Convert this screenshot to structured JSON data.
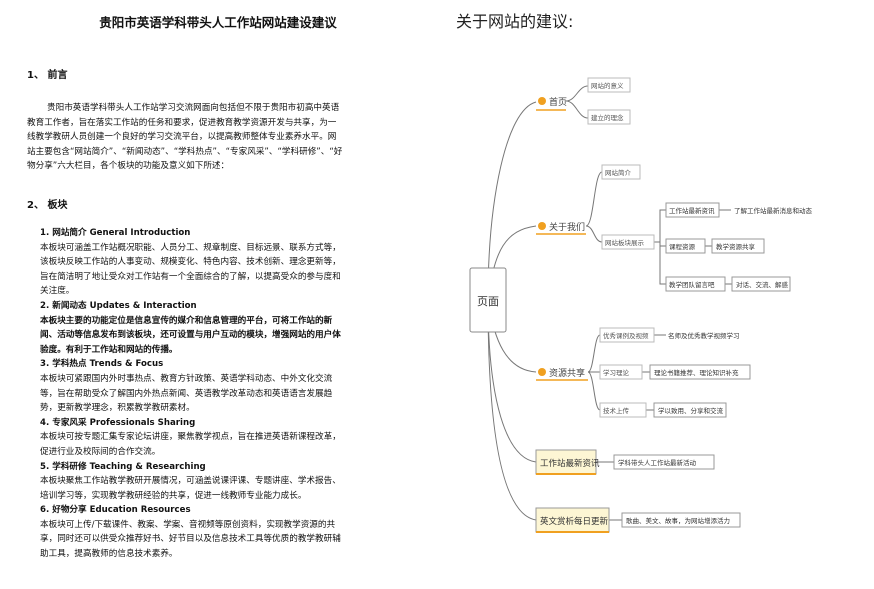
{
  "document": {
    "title": "贵阳市英语学科带头人工作站网站建设建议",
    "sections": [
      {
        "heading": "1、 前言",
        "lines": [
          "贵阳市英语学科带头人工作站学习交流网面向包括但不限于贵阳市初高中英语",
          "教育工作者，旨在落实工作站的任务和要求，促进教育教学资源开发与共享，为一",
          "线教学教研人员创建一个良好的学习交流平台，以提高教师整体专业素养水平。网",
          "站主要包含“网站简介”、“新闻动态”、“学科热点”、“专家风采”、“学科研修”、“好",
          "物分享”六大栏目，各个板块的功能及意义如下所述："
        ]
      },
      {
        "heading": "2、 板块"
      }
    ],
    "blocks": [
      {
        "title": "1.   网站简介  General  Introduction",
        "bold": false,
        "lines": [
          "本板块可涵盖工作站概况职能、人员分工、规章制度、目标远景、联系方式等，",
          "该板块反映工作站的人事变动、规模变化、特色内容、技术创新、理念更新等，",
          "旨在简洁明了地让受众对工作站有一个全面综合的了解，以提高受众的参与度和",
          "关注度。"
        ]
      },
      {
        "title": "2.   新闻动态  Updates  &  Interaction",
        "bold": true,
        "lines": [
          "本板块主要的功能定位是信息宣传的媒介和信息管理的平台，可将工作站的新",
          "闻、活动等信息发布到该板块，还可设置与用户互动的模块，增强网站的用户体",
          "验度。有利于工作站和网站的传播。"
        ]
      },
      {
        "title": "3.   学科热点  Trends  &  Focus",
        "bold": false,
        "lines": [
          "本板块可紧跟国内外时事热点、教育方针政策、英语学科动态、中外文化交流",
          "等，旨在帮助受众了解国内外热点新闻、英语教学改革动态和英语语言发展趋",
          "势，更新教学理念，积累教学教研素材。"
        ]
      },
      {
        "title": "4.   专家风采  Professionals  Sharing",
        "bold": false,
        "lines": [
          "本板块可按专题汇集专家论坛讲座，聚焦教学视点，旨在推进英语新课程改革，",
          "促进行业及校际间的合作交流。"
        ]
      },
      {
        "title": "5.   学科研修  Teaching  &  Researching",
        "bold": false,
        "lines": [
          "本板块聚焦工作站教学教研开展情况，可涵盖说课评课、专题讲座、学术报告、",
          "培训学习等，实现教学教研经验的共享，促进一线教师专业能力成长。"
        ]
      },
      {
        "title": "6.   好物分享  Education  Resources",
        "bold": false,
        "lines": [
          "本板块可上传/下载课件、教案、学案、音视频等原创资料，实现教学资源的共",
          "享，同时还可以供受众推荐好书、好节目以及信息技术工具等优质的教学教研辅",
          "助工具，提高教师的信息技术素养。"
        ]
      }
    ]
  },
  "mindmap": {
    "title": "关于网站的建议:",
    "root": "页面",
    "branches": [
      {
        "label": "首页",
        "children": [
          "网站的意义",
          "建立的理念"
        ]
      },
      {
        "label": "关于我们",
        "children": [
          "网站简介",
          "网站板块展示"
        ],
        "sub": [
          {
            "label": "工作站最新资讯",
            "detail": "了解工作站最新消息和动态"
          },
          {
            "label": "课程资源",
            "detail": "教学资源共享"
          },
          {
            "label": "教学团队留言吧",
            "detail": "对话、交流、解惑"
          }
        ]
      },
      {
        "label": "资源共享",
        "children": [
          "优秀课例及视频",
          "学习理论",
          "技术上传"
        ],
        "details": [
          "名师及优秀教学视频学习",
          "理论书籍推荐、理论知识补充",
          "学以致用、分享和交流"
        ]
      },
      {
        "label": "工作站最新资讯",
        "detail": "学科带头人工作站最新活动"
      },
      {
        "label": "英文赏析每日更新",
        "detail": "歌曲、美文、故事，为网站增添活力"
      }
    ],
    "colors": {
      "accent": "#f0a020",
      "highlight": "#fdf6d4",
      "line": "#777777"
    }
  }
}
